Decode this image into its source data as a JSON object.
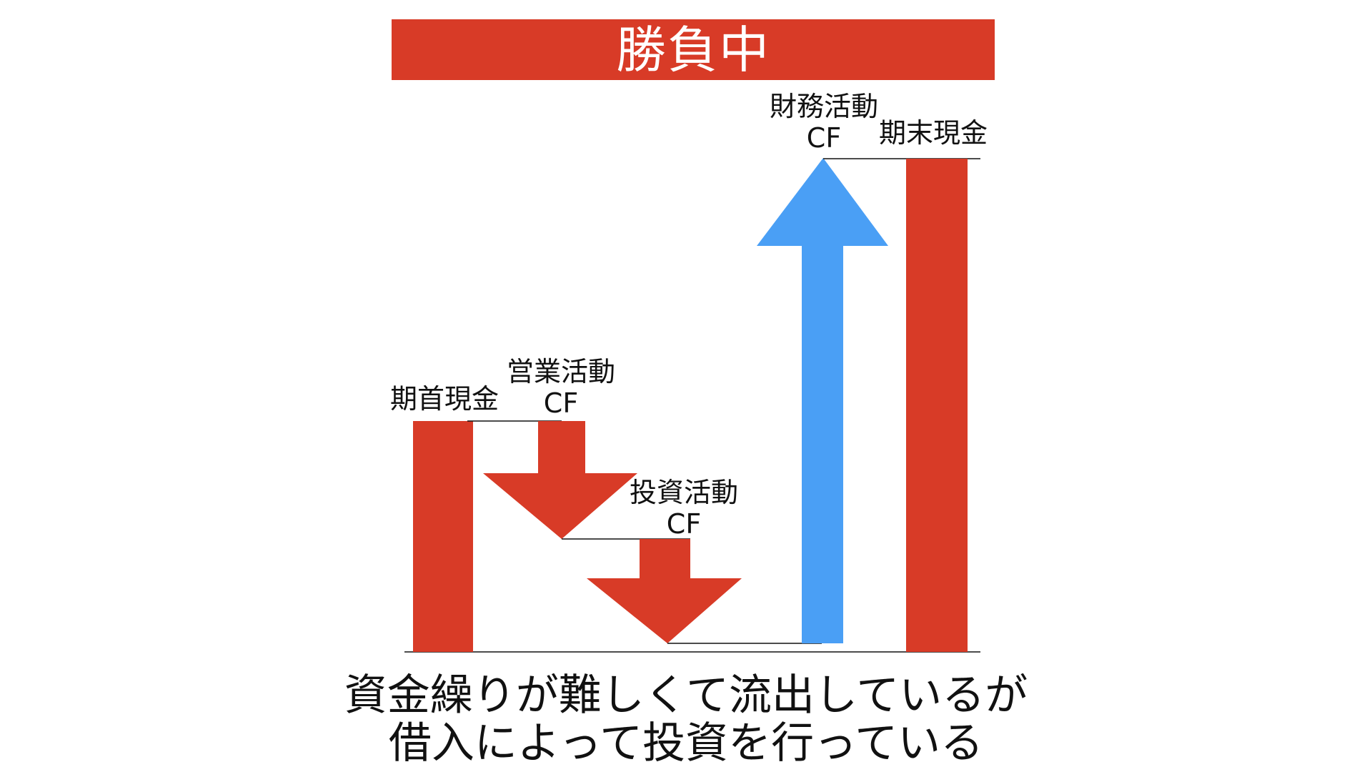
{
  "title": "勝負中",
  "colors": {
    "cash_bar": "#D83B27",
    "outflow_arrow": "#D83B27",
    "inflow_arrow": "#4A9FF5",
    "title_background": "#D83B27",
    "title_text": "#FFFFFF"
  },
  "labels": {
    "beginning_cash": "期首現金",
    "operating_cf": {
      "line1": "営業活動",
      "line2": "CF"
    },
    "investing_cf": {
      "line1": "投資活動",
      "line2": "CF"
    },
    "financing_cf": {
      "line1": "財務活動",
      "line2": "CF"
    },
    "ending_cash": "期末現金"
  },
  "caption": {
    "line1": "資金繰りが難しくて流出しているが",
    "line2": "借入によって投資を行っている"
  },
  "waterfall": [
    {
      "item": "期首現金",
      "kind": "bar",
      "direction": "none"
    },
    {
      "item": "営業活動CF",
      "kind": "arrow",
      "direction": "down"
    },
    {
      "item": "投資活動CF",
      "kind": "arrow",
      "direction": "down"
    },
    {
      "item": "財務活動CF",
      "kind": "arrow",
      "direction": "up"
    },
    {
      "item": "期末現金",
      "kind": "bar",
      "direction": "none"
    }
  ]
}
